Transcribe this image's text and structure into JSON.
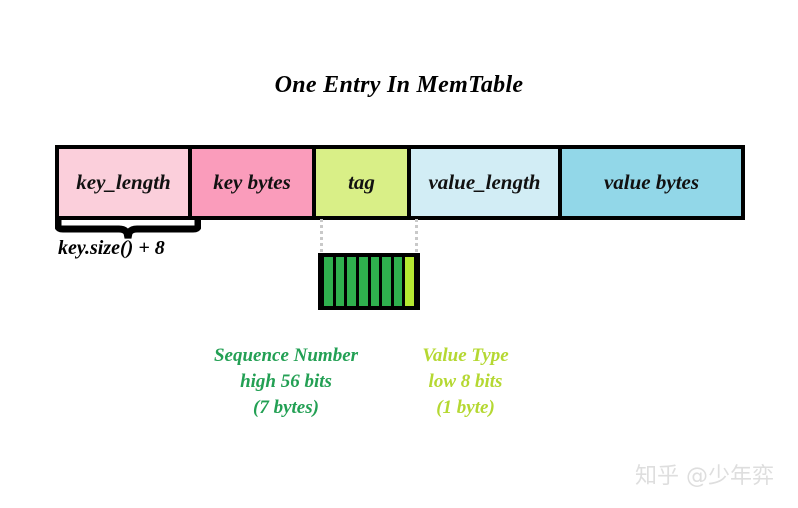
{
  "diagram": {
    "title": "One Entry In MemTable",
    "entry_fields": [
      {
        "label": "key_length",
        "color": "#fbcfdb"
      },
      {
        "label": "key bytes",
        "color": "#fa9cbb"
      },
      {
        "label": "tag",
        "color": "#d9ef87"
      },
      {
        "label": "value_length",
        "color": "#d2edf5"
      },
      {
        "label": "value bytes",
        "color": "#92d7e8"
      }
    ],
    "brace": {
      "label": "key.size() + 8",
      "spans": "key_length + key bytes"
    },
    "tag_expansion": {
      "sequence_bytes": 7,
      "value_type_bytes": 1,
      "sequence_color": "#2fb04e",
      "value_type_color": "#b5e832"
    },
    "legend": {
      "sequence": {
        "line1": "Sequence Number",
        "line2": "high 56 bits",
        "line3": "(7 bytes)",
        "color": "#23a054"
      },
      "value_type": {
        "line1": "Value Type",
        "line2": "low 8 bits",
        "line3": "(1 byte)",
        "color": "#b5d832"
      }
    }
  },
  "watermark": "知乎 @少年弈"
}
